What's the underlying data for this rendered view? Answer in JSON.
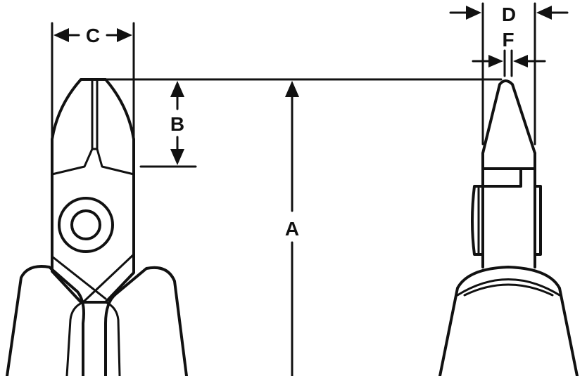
{
  "labels": {
    "a": "A",
    "b": "B",
    "c": "C",
    "d": "D",
    "f": "F"
  },
  "colors": {
    "stroke": "#111111",
    "background": "#ffffff"
  }
}
